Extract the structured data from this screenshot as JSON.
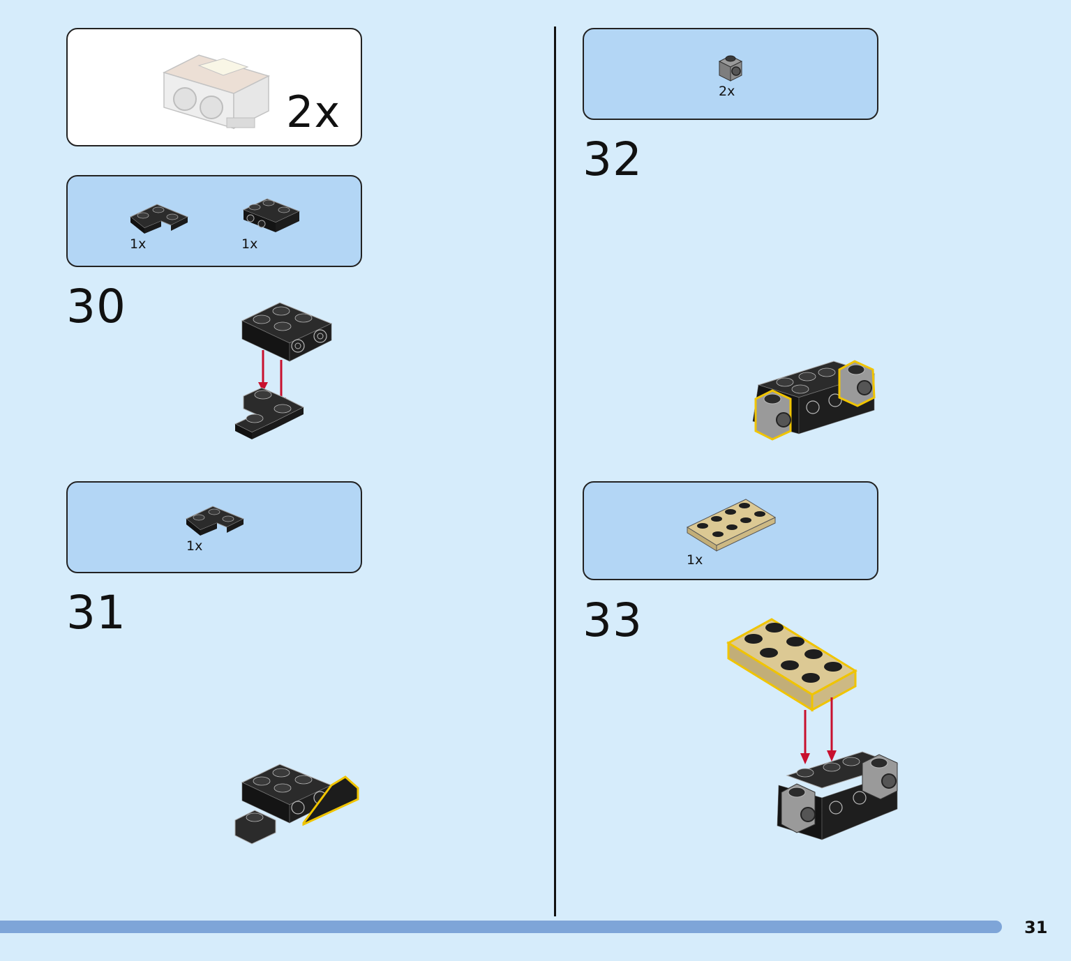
{
  "colors": {
    "page_background": "#d6ecfb",
    "callout_background": "#b3d6f5",
    "progress_bar": "#7ea5d8",
    "brick_black": "#1e1e1e",
    "brick_tan": "#dcc994",
    "brick_gray": "#9a9a9a",
    "highlight": "#f0c400",
    "arrow": "#c8102e"
  },
  "submodel_callout": {
    "quantity": "2x",
    "icon": "engine-submodel-icon"
  },
  "steps": [
    {
      "number": "30",
      "parts": [
        {
          "quantity": "1x",
          "icon": "black-corner-plate-icon"
        },
        {
          "quantity": "1x",
          "icon": "black-bracket-plate-icon"
        }
      ]
    },
    {
      "number": "31",
      "parts": [
        {
          "quantity": "1x",
          "icon": "black-corner-plate-icon"
        }
      ]
    },
    {
      "number": "32",
      "parts": [
        {
          "quantity": "2x",
          "icon": "gray-round-brick-icon"
        }
      ]
    },
    {
      "number": "33",
      "parts": [
        {
          "quantity": "1x",
          "icon": "tan-plate-2x4-icon"
        }
      ]
    }
  ],
  "page_number": "31"
}
